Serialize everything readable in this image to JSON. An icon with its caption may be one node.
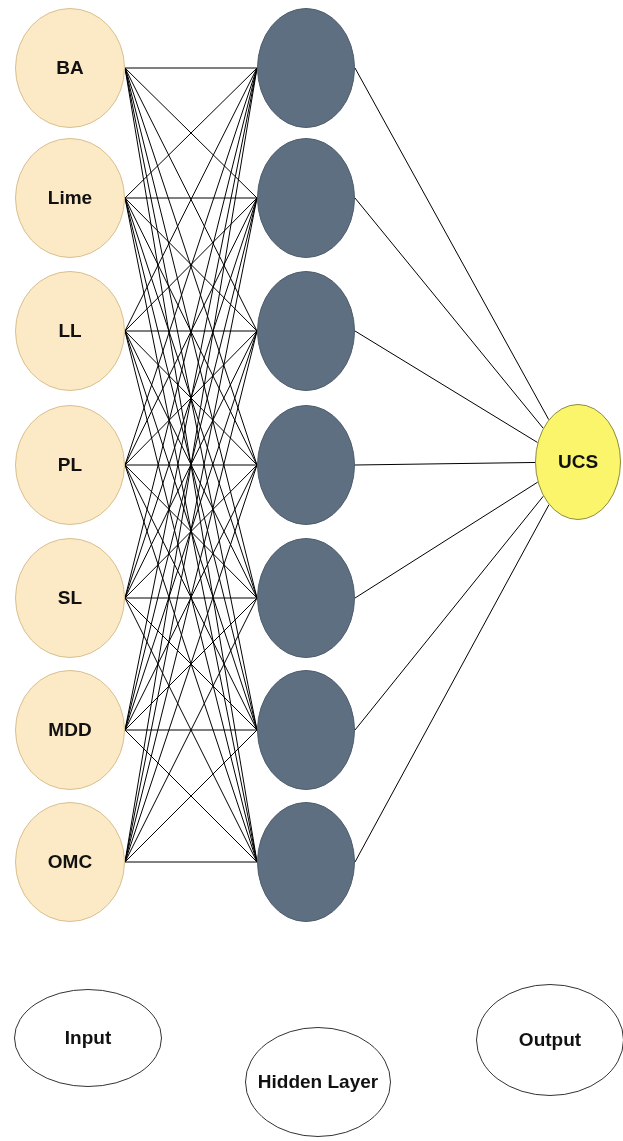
{
  "diagram": {
    "nodes": [
      {
        "text": [
          "BA"
        ]
      },
      {
        "text": [
          "Lime"
        ]
      },
      {
        "text": [
          "LL"
        ]
      },
      {
        "text": [
          "PL"
        ]
      },
      {
        "text": [
          "SL"
        ]
      },
      {
        "text": [
          "MDD"
        ]
      },
      {
        "text": [
          "OMC"
        ]
      },
      {
        "text": [],
        "shape": "circle"
      },
      {
        "text": [],
        "shape": "circle"
      },
      {
        "text": [],
        "shape": "circle"
      },
      {
        "text": [],
        "shape": "circle"
      },
      {
        "text": [],
        "shape": "circle"
      },
      {
        "text": [],
        "shape": "circle"
      },
      {
        "text": [],
        "shape": "circle"
      },
      {
        "text": [
          "UCS"
        ]
      },
      {
        "text": [
          "Input"
        ]
      },
      {
        "text": [
          "Hidden Layer"
        ]
      },
      {
        "text": [
          "Output"
        ]
      }
    ],
    "edges": [
      {
        "from": 0,
        "to": 7,
        "arrow": "none"
      },
      {
        "from": 0,
        "to": 8,
        "arrow": "none"
      },
      {
        "from": 0,
        "to": 9,
        "arrow": "none"
      },
      {
        "from": 0,
        "to": 10,
        "arrow": "none"
      },
      {
        "from": 0,
        "to": 11,
        "arrow": "none"
      },
      {
        "from": 0,
        "to": 12,
        "arrow": "none"
      },
      {
        "from": 0,
        "to": 13,
        "arrow": "none"
      },
      {
        "from": 1,
        "to": 7,
        "arrow": "none"
      },
      {
        "from": 1,
        "to": 8,
        "arrow": "none"
      },
      {
        "from": 1,
        "to": 9,
        "arrow": "none"
      },
      {
        "from": 1,
        "to": 10,
        "arrow": "none"
      },
      {
        "from": 1,
        "to": 11,
        "arrow": "none"
      },
      {
        "from": 1,
        "to": 12,
        "arrow": "none"
      },
      {
        "from": 1,
        "to": 13,
        "arrow": "none"
      },
      {
        "from": 2,
        "to": 7,
        "arrow": "none"
      },
      {
        "from": 2,
        "to": 8,
        "arrow": "none"
      },
      {
        "from": 2,
        "to": 9,
        "arrow": "none"
      },
      {
        "from": 2,
        "to": 10,
        "arrow": "none"
      },
      {
        "from": 2,
        "to": 11,
        "arrow": "none"
      },
      {
        "from": 2,
        "to": 12,
        "arrow": "none"
      },
      {
        "from": 2,
        "to": 13,
        "arrow": "none"
      },
      {
        "from": 3,
        "to": 7,
        "arrow": "none"
      },
      {
        "from": 3,
        "to": 8,
        "arrow": "none"
      },
      {
        "from": 3,
        "to": 9,
        "arrow": "none"
      },
      {
        "from": 3,
        "to": 10,
        "arrow": "none"
      },
      {
        "from": 3,
        "to": 11,
        "arrow": "none"
      },
      {
        "from": 3,
        "to": 12,
        "arrow": "none"
      },
      {
        "from": 3,
        "to": 13,
        "arrow": "none"
      },
      {
        "from": 4,
        "to": 7,
        "arrow": "none"
      },
      {
        "from": 4,
        "to": 8,
        "arrow": "none"
      },
      {
        "from": 4,
        "to": 9,
        "arrow": "none"
      },
      {
        "from": 4,
        "to": 10,
        "arrow": "none"
      },
      {
        "from": 4,
        "to": 11,
        "arrow": "none"
      },
      {
        "from": 4,
        "to": 12,
        "arrow": "none"
      },
      {
        "from": 4,
        "to": 13,
        "arrow": "none"
      },
      {
        "from": 5,
        "to": 7,
        "arrow": "none"
      },
      {
        "from": 5,
        "to": 8,
        "arrow": "none"
      },
      {
        "from": 5,
        "to": 9,
        "arrow": "none"
      },
      {
        "from": 5,
        "to": 10,
        "arrow": "none"
      },
      {
        "from": 5,
        "to": 11,
        "arrow": "none"
      },
      {
        "from": 5,
        "to": 12,
        "arrow": "none"
      },
      {
        "from": 5,
        "to": 13,
        "arrow": "none"
      },
      {
        "from": 6,
        "to": 7,
        "arrow": "none"
      },
      {
        "from": 6,
        "to": 8,
        "arrow": "none"
      },
      {
        "from": 6,
        "to": 9,
        "arrow": "none"
      },
      {
        "from": 6,
        "to": 10,
        "arrow": "none"
      },
      {
        "from": 6,
        "to": 11,
        "arrow": "none"
      },
      {
        "from": 6,
        "to": 12,
        "arrow": "none"
      },
      {
        "from": 6,
        "to": 13,
        "arrow": "none"
      },
      {
        "from": 7,
        "to": 14,
        "arrow": "none"
      },
      {
        "from": 8,
        "to": 14,
        "arrow": "none"
      },
      {
        "from": 9,
        "to": 14,
        "arrow": "none"
      },
      {
        "from": 10,
        "to": 14,
        "arrow": "none"
      },
      {
        "from": 11,
        "to": 14,
        "arrow": "none"
      },
      {
        "from": 12,
        "to": 14,
        "arrow": "none"
      },
      {
        "from": 13,
        "to": 14,
        "arrow": "none"
      }
    ]
  }
}
